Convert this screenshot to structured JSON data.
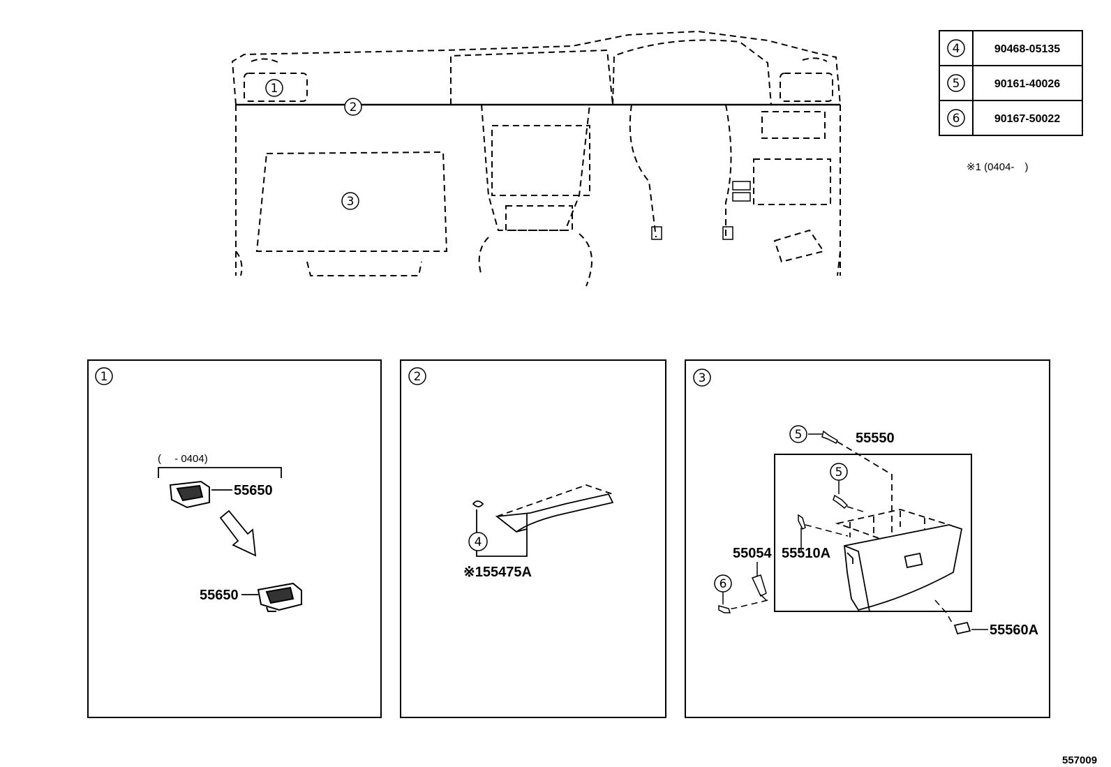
{
  "callouts": {
    "c1": "1",
    "c2": "2",
    "c3": "3",
    "c4": "4",
    "c5": "5",
    "c6": "6"
  },
  "fastener_table": [
    {
      "ref": "4",
      "part": "90468-05135"
    },
    {
      "ref": "5",
      "part": "90161-40026"
    },
    {
      "ref": "6",
      "part": "90167-50022"
    }
  ],
  "footnote": "※1 (0404-　)",
  "panel1": {
    "number": "1",
    "date_range": "(　 - 0404)",
    "part_a": "55650",
    "part_b": "55650"
  },
  "panel2": {
    "number": "2",
    "callout": "4",
    "part": "※155475A"
  },
  "panel3": {
    "number": "3",
    "callout_a": "5",
    "callout_b": "5",
    "callout_c": "6",
    "part_glovebox": "55550",
    "part_damper": "55054",
    "part_hinge": "55510A",
    "part_latch": "55560A"
  },
  "drawing_number": "557009"
}
